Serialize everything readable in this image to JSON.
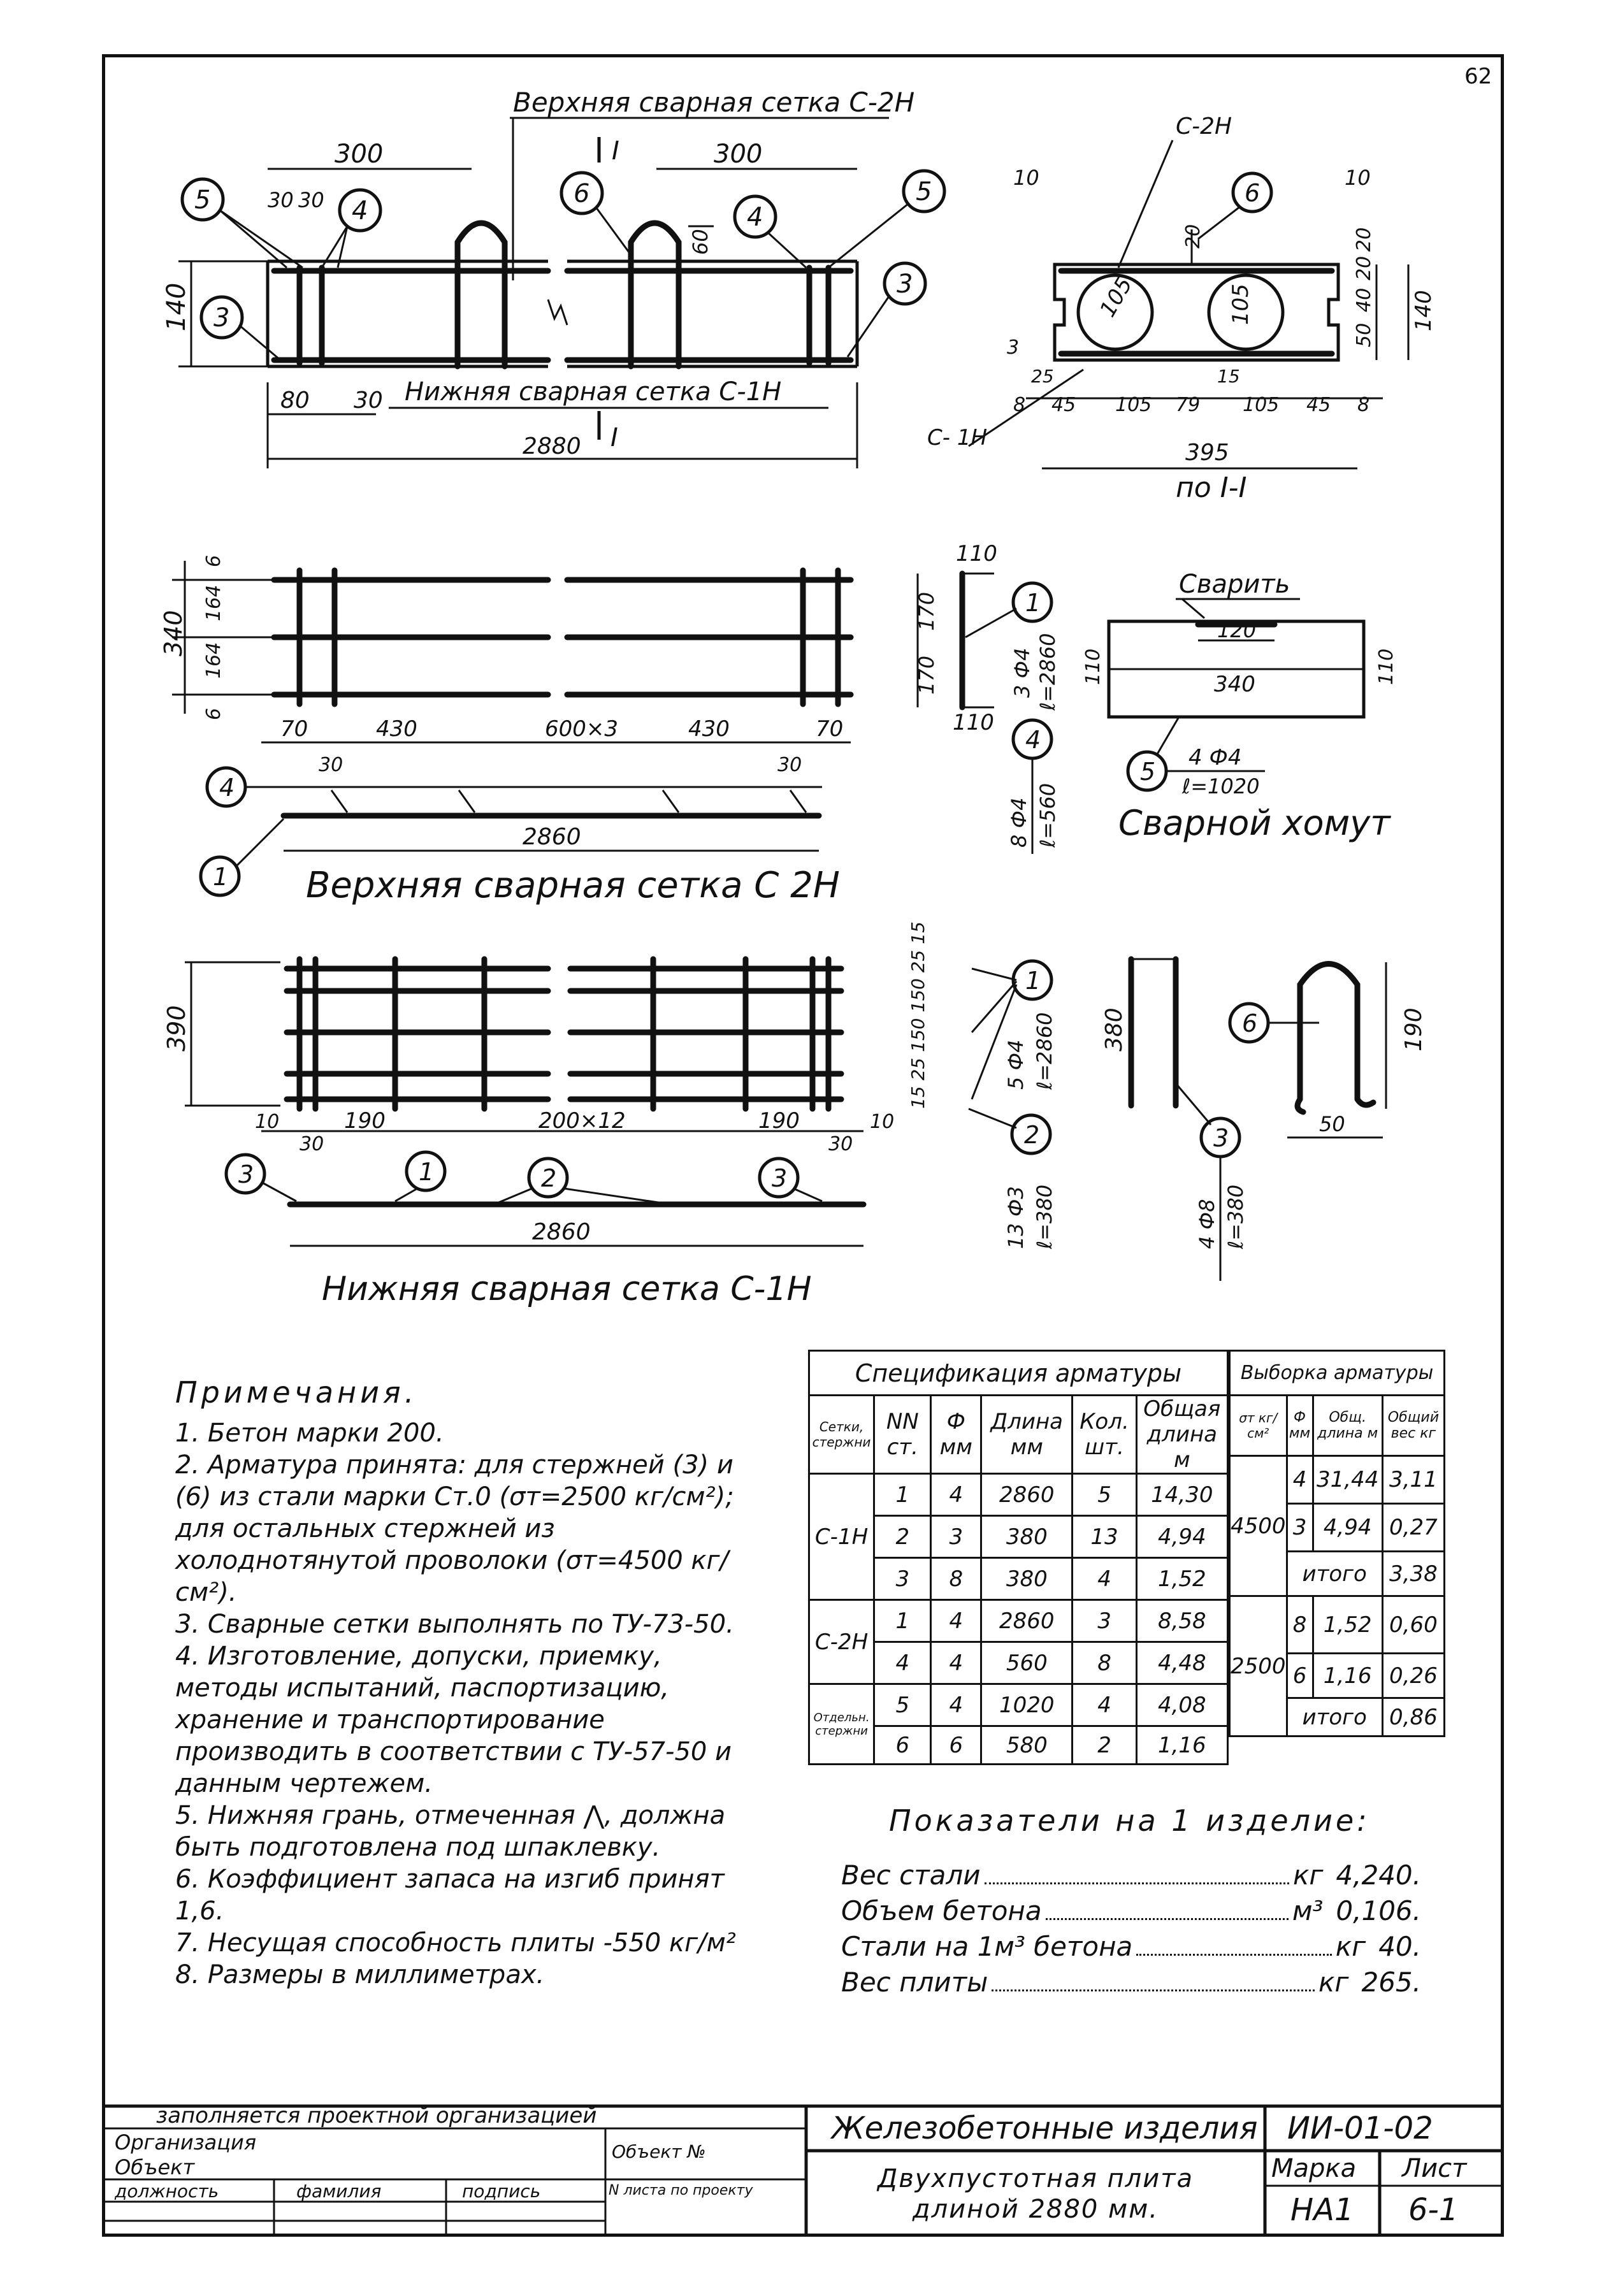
{
  "page_number": "62",
  "drawing_top": {
    "title_upper_mesh": "Верхняя сварная сетка С-2Н",
    "title_lower_mesh": "Нижняя сварная сетка С-1Н",
    "dim_300_left": "300",
    "dim_300_right": "300",
    "dim_30a": "30",
    "dim_30b": "30",
    "dim_140": "140",
    "dim_60": "60",
    "dim_80": "80",
    "dim_30c": "30",
    "dim_2880": "2880",
    "section_mark_top": "I",
    "section_mark_bottom": "I",
    "callouts": [
      "5",
      "4",
      "3",
      "6",
      "4",
      "5",
      "3"
    ]
  },
  "section": {
    "label_c2h": "С-2Н",
    "label_c1h": "С- 1Н",
    "callout6": "6",
    "dims_top": [
      "10",
      "10"
    ],
    "dims_right": [
      "20",
      "20",
      "40",
      "50",
      "140"
    ],
    "dim_20_center": "20",
    "dia_left": "105",
    "dia_right": "105",
    "dim_3": "3",
    "dim_25": "25",
    "dim_15": "15",
    "dims_bottom": [
      "8",
      "45",
      "105",
      "79",
      "105",
      "45",
      "8"
    ],
    "dim_395": "395",
    "caption": "по I-I"
  },
  "upper_mesh": {
    "dims_left": [
      "6",
      "164",
      "164",
      "6"
    ],
    "dim_340": "340",
    "dims_bottom": [
      "70",
      "430",
      "600×3",
      "430",
      "70"
    ],
    "dim_30_left": "30",
    "dim_30_right": "30",
    "dim_2860": "2860",
    "callout4": "4",
    "callout1": "1",
    "caption": "Верхняя сварная сетка С 2Н"
  },
  "upper_detail": {
    "dim_110_top": "110",
    "dim_110_bottom": "110",
    "dim_170a": "170",
    "dim_170b": "170",
    "callout1": "1",
    "spec1_qty": "3 Ф4",
    "spec1_len": "ℓ=2860",
    "callout4": "4",
    "spec4_qty": "8 Ф4",
    "spec4_len": "ℓ=560"
  },
  "stirrup": {
    "label_weld": "Сварить",
    "dim_120": "120",
    "dim_340": "340",
    "dim_110_left": "110",
    "dim_110_right": "110",
    "callout5": "5",
    "spec_qty": "4 Ф4",
    "spec_len": "ℓ=1020",
    "caption": "Сварной хомут"
  },
  "lower_mesh": {
    "dim_390": "390",
    "dims_bottom": [
      "10",
      "190",
      "200×12",
      "190",
      "10"
    ],
    "dim_30_left": "30",
    "dim_30_right": "30",
    "dims_right_vert": "15 25 150 150 25 15",
    "callout1": "1",
    "callout2": "2",
    "callout3_left": "3",
    "callout3_right": "3",
    "callout1b": "1",
    "callout2b": "2",
    "spec1_qty": "5 Ф4",
    "spec1_len": "ℓ=2860",
    "spec2_qty": "13 Ф3",
    "spec2_len": "ℓ=380",
    "dim_2860": "2860",
    "caption": "Нижняя сварная сетка С-1Н"
  },
  "rod3": {
    "dim_380": "380",
    "callout": "3",
    "spec_qty": "4 Ф8",
    "spec_len": "ℓ=380"
  },
  "hook6": {
    "callout": "6",
    "dim_190": "190",
    "dim_50": "50"
  },
  "notes": {
    "title": "Примечания.",
    "items": [
      "1. Бетон марки 200.",
      "2. Арматура принята: для стержней (3) и (6) из стали марки Ст.0 (σт=2500 кг/см²); для остальных стержней из холоднотянутой проволоки (σт=4500 кг/см²).",
      "3. Сварные сетки выполнять по ТУ-73-50.",
      "4. Изготовление, допуски, приемку, методы испытаний, паспортизацию, хранение и транспортирование производить в соответствии с ТУ-57-50 и данным чертежем.",
      "5. Нижняя грань, отмеченная ⋀, должна быть подготовлена под шпаклевку.",
      "6. Коэффициент запаса на изгиб принят 1,6.",
      "7. Несущая способность плиты -550 кг/м²",
      "8. Размеры в миллиметрах."
    ]
  },
  "spec_table": {
    "title": "Спецификация арматуры",
    "headers": [
      "Сетки, стержни",
      "NN ст.",
      "Ф мм",
      "Длина мм",
      "Кол. шт.",
      "Общая длина м"
    ],
    "rows": [
      {
        "group": "С-1Н",
        "n": "1",
        "d": "4",
        "len": "2860",
        "qty": "5",
        "total": "14,30"
      },
      {
        "group": "",
        "n": "2",
        "d": "3",
        "len": "380",
        "qty": "13",
        "total": "4,94"
      },
      {
        "group": "",
        "n": "3",
        "d": "8",
        "len": "380",
        "qty": "4",
        "total": "1,52"
      },
      {
        "group": "С-2Н",
        "n": "1",
        "d": "4",
        "len": "2860",
        "qty": "3",
        "total": "8,58"
      },
      {
        "group": "",
        "n": "4",
        "d": "4",
        "len": "560",
        "qty": "8",
        "total": "4,48"
      },
      {
        "group": "Отдельн. стержни",
        "n": "5",
        "d": "4",
        "len": "1020",
        "qty": "4",
        "total": "4,08"
      },
      {
        "group": "",
        "n": "6",
        "d": "6",
        "len": "580",
        "qty": "2",
        "total": "1,16"
      }
    ]
  },
  "select_table": {
    "title": "Выборка арматуры",
    "headers": [
      "σт кг/см²",
      "Ф мм",
      "Общ. длина м",
      "Общий вес кг"
    ],
    "rows": [
      {
        "sigma": "4500",
        "d": "4",
        "len": "31,44",
        "w": "3,11"
      },
      {
        "sigma": "",
        "d": "3",
        "len": "4,94",
        "w": "0,27"
      },
      {
        "sigma": "",
        "d": "итого",
        "len": "",
        "w": "3,38"
      },
      {
        "sigma": "2500",
        "d": "8",
        "len": "1,52",
        "w": "0,60"
      },
      {
        "sigma": "",
        "d": "6",
        "len": "1,16",
        "w": "0,26"
      },
      {
        "sigma": "",
        "d": "итого",
        "len": "",
        "w": "0,86"
      }
    ]
  },
  "indicators": {
    "title": "Показатели на 1 изделие:",
    "rows": [
      {
        "label": "Вес стали",
        "unit": "кг",
        "value": "4,240."
      },
      {
        "label": "Объем бетона",
        "unit": "м³",
        "value": "0,106."
      },
      {
        "label": "Стали на 1м³ бетона",
        "unit": "кг",
        "value": "40."
      },
      {
        "label": "Вес плиты",
        "unit": "кг",
        "value": "265."
      }
    ]
  },
  "title_block": {
    "filled_by": "заполняется проектной организацией",
    "org": "Организация",
    "object": "Объект",
    "object_no": "Объект №",
    "position": "должность",
    "surname": "фамилия",
    "signature": "подпись",
    "sheet_per_project": "N листа по проекту",
    "series_title": "Железобетонные изделия",
    "code": "ИИ-01-02",
    "product": "Двухпустотная плита длиной 2880 мм.",
    "mark_label": "Марка",
    "sheet_label": "Лист",
    "mark": "НА1",
    "sheet": "6-1"
  }
}
